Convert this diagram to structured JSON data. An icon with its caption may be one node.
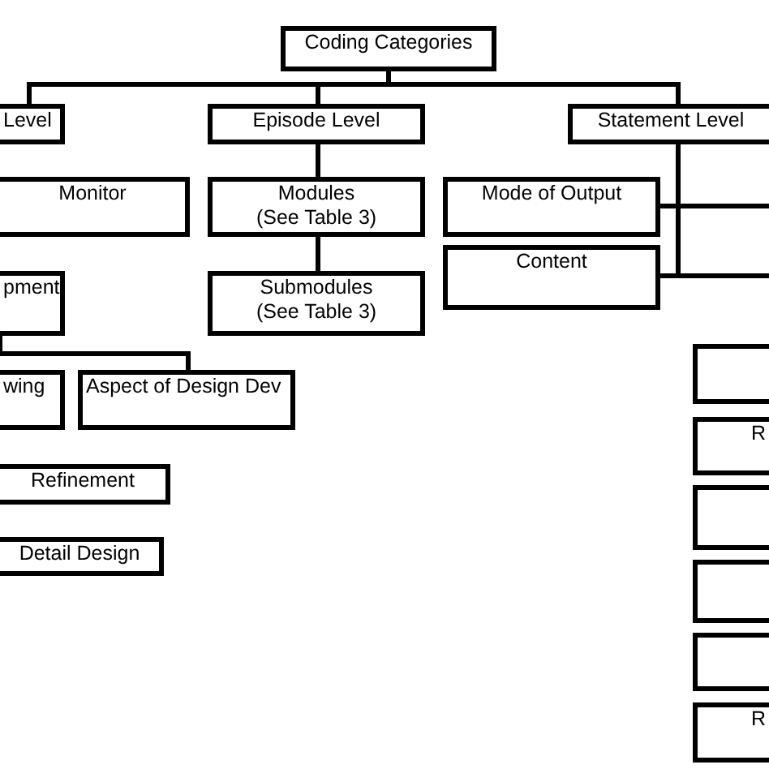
{
  "diagram": {
    "nodes": [
      {
        "text": [
          "Coding Categories"
        ]
      },
      {
        "text": [
          "Level"
        ]
      },
      {
        "text": [
          "Episode Level"
        ]
      },
      {
        "text": [
          "Statement Level"
        ]
      },
      {
        "text": [
          "Monitor"
        ]
      },
      {
        "text": [
          "Modules (See Table 3)"
        ]
      },
      {
        "text": [
          "Mode of Output"
        ]
      },
      {
        "text": [
          "pment"
        ]
      },
      {
        "text": [
          "Submodules (See Table 3)"
        ]
      },
      {
        "text": [
          "Content"
        ]
      },
      {
        "text": [
          "wing"
        ]
      },
      {
        "text": [
          "Aspect of Design Dev"
        ]
      },
      {
        "text": [
          "Refinement"
        ]
      },
      {
        "text": [
          "Detail Design"
        ]
      },
      {
        "text": [],
        "shape": "box"
      },
      {
        "text": [
          "R"
        ]
      },
      {
        "text": [],
        "shape": "box"
      },
      {
        "text": [],
        "shape": "box"
      },
      {
        "text": [],
        "shape": "box"
      },
      {
        "text": [
          "R"
        ]
      }
    ],
    "edges": [
      {
        "from": 0,
        "to": 1,
        "arrow": "none"
      },
      {
        "from": 0,
        "to": 2,
        "arrow": "none"
      },
      {
        "from": 0,
        "to": 3,
        "arrow": "none"
      },
      {
        "from": 2,
        "to": 5,
        "arrow": "none"
      },
      {
        "from": 5,
        "to": 8,
        "arrow": "none"
      },
      {
        "from": 3,
        "to": 6,
        "arrow": "none"
      },
      {
        "from": 3,
        "to": 9,
        "arrow": "none"
      },
      {
        "from": 3,
        "to": null,
        "arrow": "none"
      },
      {
        "from": 3,
        "to": null,
        "arrow": "none"
      },
      {
        "from": 7,
        "to": 11,
        "arrow": "none"
      }
    ]
  }
}
